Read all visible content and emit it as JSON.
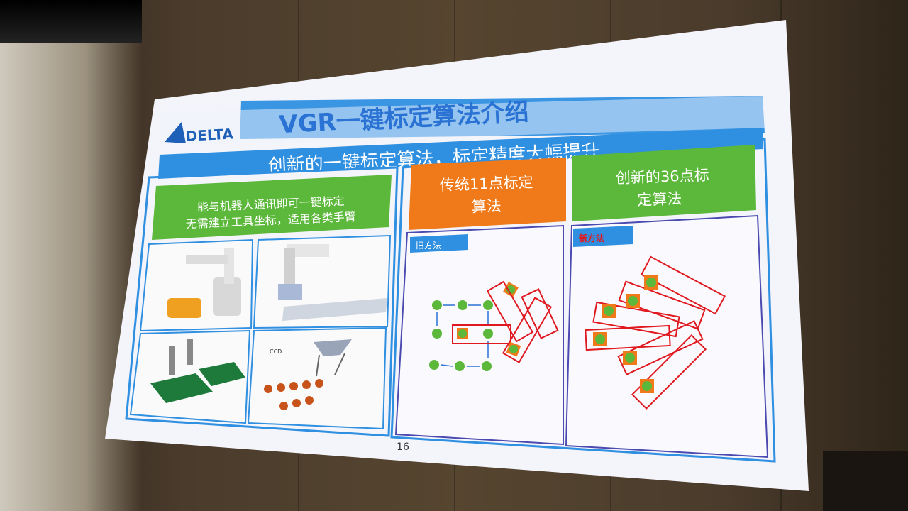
{
  "slide": {
    "title": "VGR一键标定算法介绍",
    "brand": "DELTA",
    "subtitle": "创新的一键标定算法，标定精度大幅提升",
    "left_box": {
      "line1": "能与机器人通讯即可一键标定",
      "line2": "无需建立工具坐标，适用各类手臂"
    },
    "old": {
      "heading_line1": "传统11点标定",
      "heading_line2": "算法",
      "tag": "旧方法"
    },
    "new": {
      "heading_line1": "创新的36点标",
      "heading_line2": "定算法",
      "tag": "新方法"
    },
    "photo_label": "CCD",
    "page_number": "16"
  },
  "colors": {
    "title_blue": "#2a73d4",
    "bar_blue": "#2f8fe0",
    "green": "#5cb83a",
    "orange": "#f07a1a",
    "red": "#e0181f",
    "slide_bg": "#f4f4fb"
  }
}
